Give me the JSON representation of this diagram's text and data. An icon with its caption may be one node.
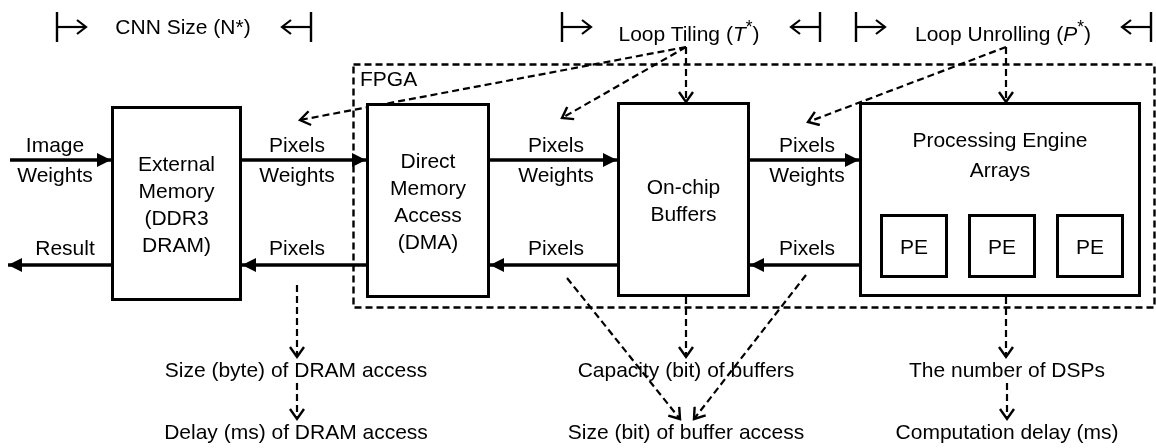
{
  "diagram": {
    "nodes": [
      {
        "text": [
          "Loop Tiling (*T*$^{*}$)"
        ]
      },
      {
        "text": [
          "Loop Unrolling (*P*$^{*}$)"
        ]
      },
      {
        "text": [
          "FPGA"
        ]
      },
      {
        "text": [
          "External Memory (DDR3 DRAM)"
        ]
      },
      {
        "text": [
          "Direct Memory Access (DMA)"
        ],
        "in": 2
      },
      {
        "text": [
          "On-chip Buffers"
        ],
        "in": 2
      },
      {
        "text": [
          "Processing Engine Arrays"
        ],
        "in": 2
      },
      {
        "text": [
          "PE"
        ],
        "in": 6
      },
      {
        "text": [
          "PE"
        ],
        "in": 6
      },
      {
        "text": [
          "PE"
        ],
        "in": 6
      },
      {
        "text": [
          "Size (byte) of DRAM access"
        ]
      },
      {
        "text": [
          "Capacity (bit) of buffers"
        ]
      },
      {
        "text": [
          "The number of DSPs"
        ]
      },
      {
        "text": [
          "Delay (ms) of DRAM access"
        ]
      },
      {
        "text": [
          "Size (bit) of buffer access"
        ]
      },
      {
        "text": [
          "Computation delay (ms)"
        ]
      }
    ],
    "edges": [
      {
        "from": null,
        "to": 3,
        "arrow": "to",
        "label": "Image Weights"
      },
      {
        "from": 3,
        "to": null,
        "arrow": "to",
        "label": "Result"
      },
      {
        "from": 3,
        "to": 4,
        "arrow": "to",
        "label": "Pixels Weights"
      },
      {
        "from": 4,
        "to": 3,
        "arrow": "to",
        "label": "Pixels"
      },
      {
        "from": 4,
        "to": 5,
        "arrow": "to",
        "label": "Pixels Weights"
      },
      {
        "from": 5,
        "to": 4,
        "arrow": "to",
        "label": "Pixels"
      },
      {
        "from": 5,
        "to": 6,
        "arrow": "to",
        "label": "Pixels Weights"
      },
      {
        "from": 6,
        "to": 5,
        "arrow": "to",
        "label": "Pixels"
      },
      {
        "from": 0,
        "to": null,
        "arrow": "to",
        "style": "dashed"
      },
      {
        "from": 0,
        "to": null,
        "arrow": "to",
        "style": "dashed"
      },
      {
        "from": 0,
        "to": 5,
        "arrow": "to",
        "style": "dashed"
      },
      {
        "from": 1,
        "to": null,
        "arrow": "to",
        "style": "dashed"
      },
      {
        "from": 1,
        "to": 6,
        "arrow": "to",
        "style": "dashed"
      },
      {
        "from": null,
        "to": 10,
        "arrow": "to",
        "style": "dashed"
      },
      {
        "from": 10,
        "to": 13,
        "arrow": "to",
        "style": "dashed"
      },
      {
        "from": 5,
        "to": 11,
        "arrow": "to",
        "style": "dashed"
      },
      {
        "from": null,
        "to": 14,
        "arrow": "to",
        "style": "dashed"
      },
      {
        "from": null,
        "to": 14,
        "arrow": "to",
        "style": "dashed"
      },
      {
        "from": 6,
        "to": 12,
        "arrow": "to",
        "style": "dashed"
      },
      {
        "from": 12,
        "to": 15,
        "arrow": "to",
        "style": "dashed"
      }
    ],
    "labels": [
      "CNN Size (N*)"
    ]
  }
}
